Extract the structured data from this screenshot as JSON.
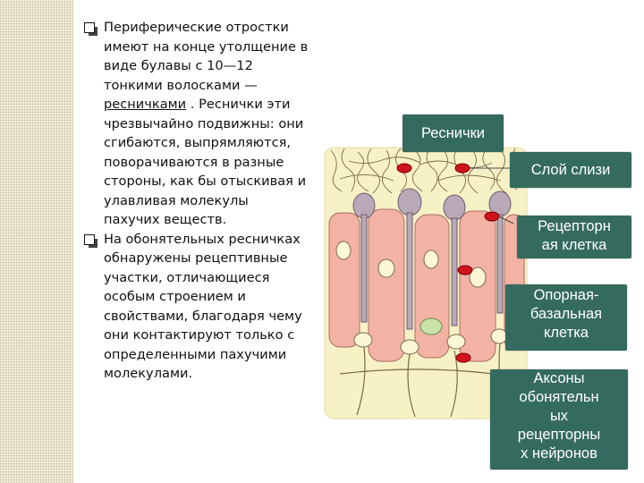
{
  "text": {
    "bullet1": {
      "lines": [
        "Периферические отростки",
        "имеют на конце утолщение в",
        "виде булавы  с 10—12",
        "тонкими волосками —",
        "ресничками",
        "чрезвычайно подвижны: они",
        "сгибаются, выпрямляются,",
        "поворачиваются в разные",
        "стороны, как бы отыскивая и",
        "улавливая  молекулы",
        "пахучих веществ."
      ],
      "line5_tail": " . Реснички эти"
    },
    "bullet2": {
      "lines": [
        "На обонятельных ресничках",
        "обнаружены рецептивные",
        "участки, отличающиеся",
        "особым строением и",
        "свойствами, благодаря чему",
        "они контактируют только с",
        "определенными пахучими",
        "молекулами."
      ]
    }
  },
  "labels": {
    "cilia": "Реснички",
    "mucus": "Слой слизи",
    "receptor": [
      "Рецепторн",
      "ая клетка"
    ],
    "basal": [
      "Опорная-",
      "базальная",
      "клетка"
    ],
    "axons": [
      "Аксоны",
      "обонятельн",
      "ых",
      "рецепторны",
      "х нейронов"
    ]
  },
  "colors": {
    "label_bg": "#356b5e",
    "tissue_bg": "#f7f1c6",
    "cell_fill": "#f2b3a4",
    "receptor_fill": "#b9a9b8",
    "marker": "#d1141c"
  }
}
